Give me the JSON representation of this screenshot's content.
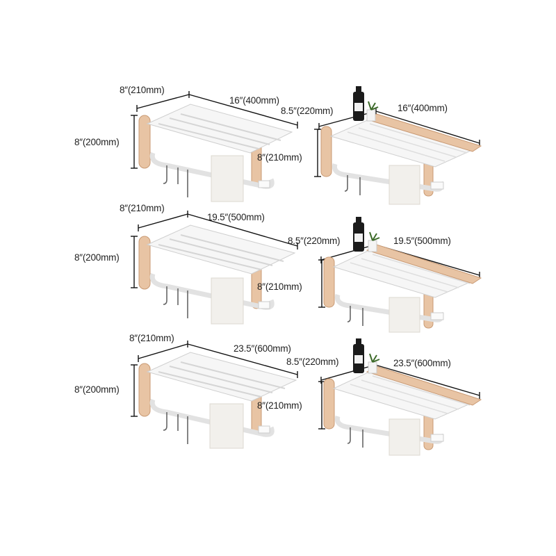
{
  "colors": {
    "background": "#ffffff",
    "rack": "#f4f4f4",
    "rack_edge": "#cfcfcf",
    "wood": "#e8c4a4",
    "wood_edge": "#c99a74",
    "line": "#111111"
  },
  "rows": [
    {
      "plain": {
        "depth": "8″(210mm)",
        "length": "16″(400mm)",
        "height": "8″(200mm)",
        "drop": "8″(210mm)"
      },
      "shelf": {
        "depth": "8.5″(220mm)",
        "length": "16″(400mm)"
      }
    },
    {
      "plain": {
        "depth": "8″(210mm)",
        "length": "19.5″(500mm)",
        "height": "8″(200mm)",
        "drop": "8″(210mm)"
      },
      "shelf": {
        "depth": "8.5″(220mm)",
        "length": "19.5″(500mm)"
      }
    },
    {
      "plain": {
        "depth": "8″(210mm)",
        "length": "23.5″(600mm)",
        "height": "8″(200mm)",
        "drop": "8″(210mm)"
      },
      "shelf": {
        "depth": "8.5″(220mm)",
        "length": "23.5″(600mm)"
      }
    }
  ]
}
